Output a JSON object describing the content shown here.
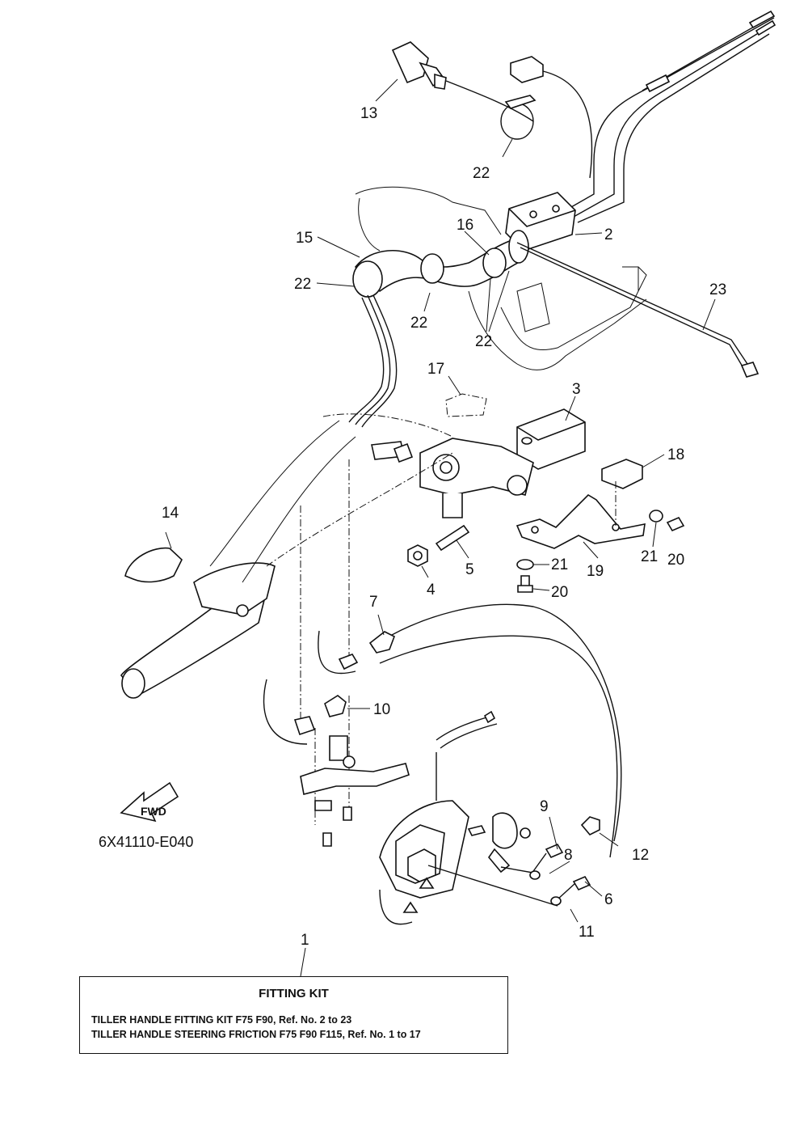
{
  "diagram_code": "6X41110-E040",
  "fwd_label": "FWD",
  "fitting_kit": {
    "title": "FITTING KIT",
    "lines": [
      "TILLER HANDLE FITTING KIT F75 F90,  Ref. No. 2 to 23",
      "TILLER HANDLE STEERING FRICTION F75 F90 F115,  Ref. No. 1 to 17"
    ]
  },
  "callouts": {
    "n1": "1",
    "n2": "2",
    "n3": "3",
    "n4": "4",
    "n5": "5",
    "n6": "6",
    "n7": "7",
    "n8": "8",
    "n9": "9",
    "n10": "10",
    "n11": "11",
    "n12": "12",
    "n13": "13",
    "n14": "14",
    "n15": "15",
    "n16": "16",
    "n17": "17",
    "n18": "18",
    "n19": "19",
    "n20a": "20",
    "n20b": "20",
    "n21a": "21",
    "n21b": "21",
    "n22a": "22",
    "n22b": "22",
    "n22c": "22",
    "n22d": "22",
    "n23": "23"
  }
}
